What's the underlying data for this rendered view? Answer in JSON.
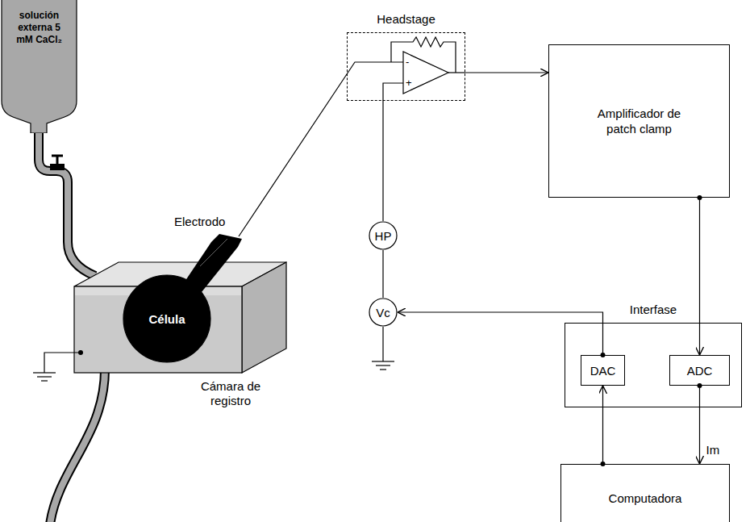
{
  "diagram": {
    "nodes": [
      {
        "text": [
          "solución externa 5 mM CaCl₂"
        ]
      },
      {
        "text": [
          "Célula"
        ]
      },
      {
        "text": [
          "Headstage"
        ]
      },
      {
        "text": [
          "HP"
        ]
      },
      {
        "text": [
          "Vc"
        ]
      },
      {
        "text": [
          "Amplificador de patch clamp"
        ]
      },
      {
        "text": [
          "Interfase"
        ]
      },
      {
        "text": [
          "DAC"
        ],
        "in": 6
      },
      {
        "text": [
          "ADC"
        ],
        "in": 6
      },
      {
        "text": [
          "Computadora"
        ]
      }
    ],
    "edges": [
      {
        "from": 2,
        "to": 5,
        "arrow": "to"
      },
      {
        "from": 5,
        "to": 8,
        "arrow": "to"
      },
      {
        "from": 8,
        "to": 9,
        "label": "Im",
        "arrow": "to"
      },
      {
        "from": 9,
        "to": 7,
        "arrow": "to"
      },
      {
        "from": 7,
        "to": 4,
        "arrow": "to"
      },
      {
        "from": 3,
        "to": 4,
        "arrow": "none"
      },
      {
        "from": 2,
        "to": 3,
        "arrow": "none"
      }
    ],
    "labels": [
      "Electrodo",
      "Cámara de registro",
      "-",
      "+"
    ]
  }
}
